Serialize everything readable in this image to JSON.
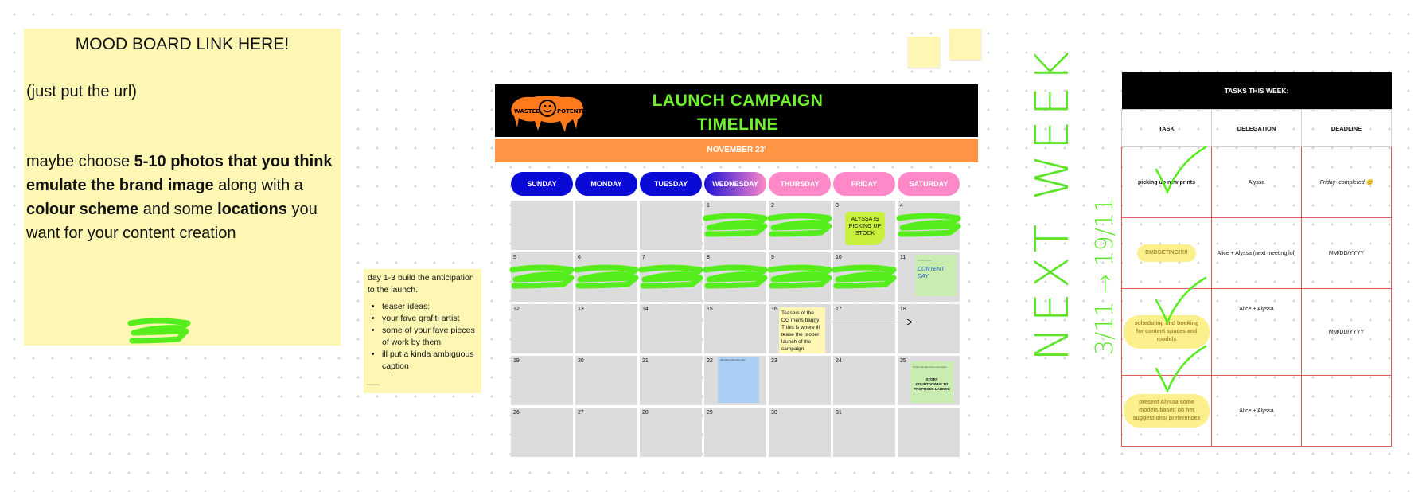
{
  "mood_note": {
    "title": "MOOD BOARD LINK HERE!",
    "subtitle": "(just put the url)",
    "body_parts": [
      "maybe choose ",
      "5-10 photos that you think emulate the brand image",
      " along with a ",
      "colour scheme",
      " and some ",
      "locations",
      " you want for your content creation"
    ]
  },
  "teaser_note": {
    "intro": "day 1-3 build the anticipation to the launch.",
    "items": [
      "teaser ideas:",
      "your fave grafiti artist",
      "some of your fave pieces of work by them",
      "ill put a kinda ambiguous caption"
    ],
    "author": "Anonymous"
  },
  "calendar": {
    "title_line1": "LAUNCH CAMPAIGN",
    "title_line2": "TIMELINE",
    "logo_text": "WASTED POTENTIAL",
    "month": "NOVEMBER 23'",
    "days": [
      "SUNDAY",
      "MONDAY",
      "TUESDAY",
      "WEDNESDAY",
      "THURSDAY",
      "FRIDAY",
      "SATURDAY"
    ],
    "weeks": [
      [
        "",
        "",
        "",
        "1",
        "2",
        "3",
        "4"
      ],
      [
        "5",
        "6",
        "7",
        "8",
        "9",
        "10",
        "11"
      ],
      [
        "12",
        "13",
        "14",
        "15",
        "16",
        "17",
        "18"
      ],
      [
        "19",
        "20",
        "21",
        "22",
        "23",
        "24",
        "25"
      ],
      [
        "26",
        "27",
        "28",
        "29",
        "30",
        "31",
        ""
      ]
    ],
    "notes": {
      "alyssa_stock": "ALYSSA IS PICKING UP STOCK",
      "content_day": "CONTENT DAY",
      "teasers_og": "Teasers of the OG mens baggy T this is where ill tease the proper launch of the campaign",
      "countdown_small": "Small note about the countdown",
      "countdown_big": "STORY COUNTDOWNS TO PROPOSED LAUNCH",
      "blue_note": "Alternative teaser idea notes"
    }
  },
  "handwriting": {
    "next_week": "NEXT WEEK",
    "date_range": "3/11 → 19/11"
  },
  "tasks": {
    "title": "TASKS THIS WEEK:",
    "columns": [
      "TASK",
      "DELEGATION",
      "DEADLINE"
    ],
    "rows": [
      {
        "task": "picking up new prints",
        "delegation": "Alyssa",
        "deadline": "Friday- completed 😊"
      },
      {
        "task": "BUDGETING!!!!!",
        "delegation": "Alice + Alyssa (next meeting lol)",
        "deadline": "MM/DD/YYYY"
      },
      {
        "task": "scheduling and booking for content spaces and models",
        "delegation": "Alice + Alyssa",
        "deadline": "MM/DD/YYYY"
      },
      {
        "task": "present Alyssa some models based on her suggestions/ preferences",
        "delegation": "Alice + Alyssa",
        "deadline": ""
      }
    ]
  },
  "colors": {
    "note_yellow": "#fdf7b3",
    "header_black": "#000000",
    "title_green": "#6ff22c",
    "month_orange": "#ff9444",
    "day_blue": "#0a0ad6",
    "day_pink": "#ff88c8",
    "cell_grey": "#dcdcdc",
    "marker_green": "#55ee1c",
    "table_red": "#e05a5a"
  }
}
